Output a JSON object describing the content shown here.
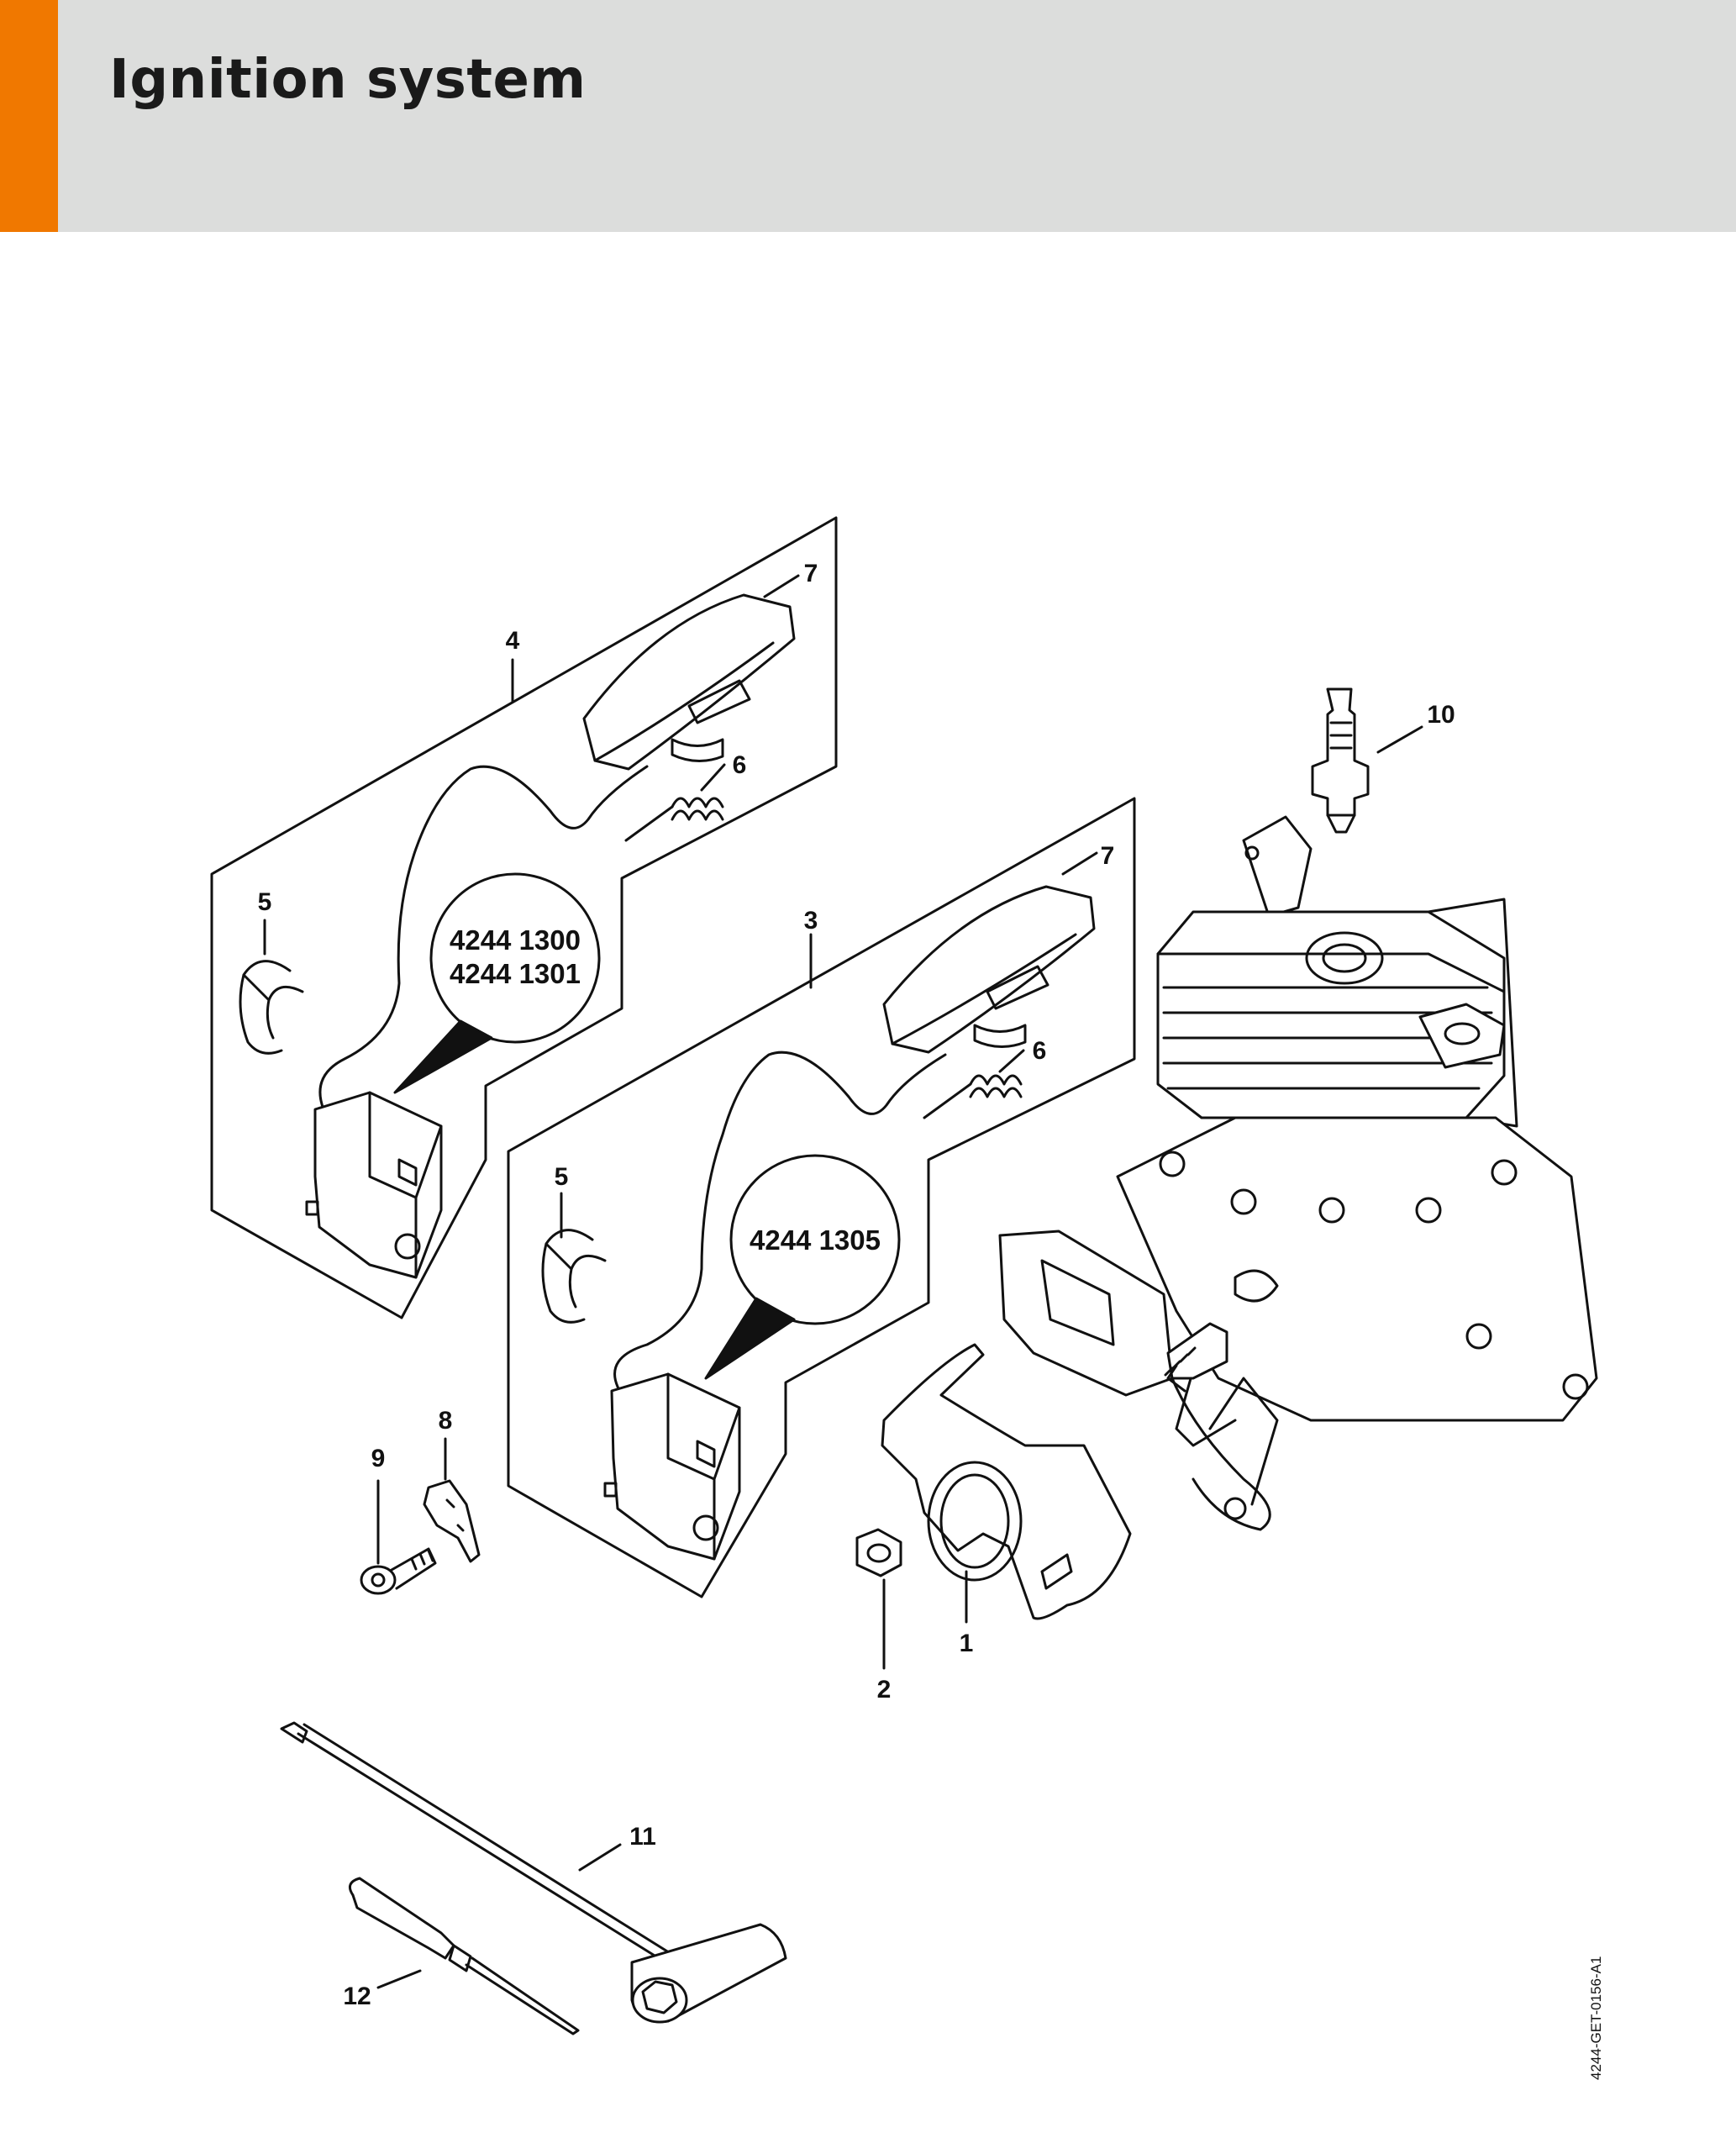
{
  "header": {
    "title": "Ignition system",
    "accent_color": "#f07800",
    "background_color": "#dcdddc"
  },
  "callouts": {
    "c1": "1",
    "c2": "2",
    "c3": "3",
    "c4": "4",
    "c5a": "5",
    "c5b": "5",
    "c6a": "6",
    "c6b": "6",
    "c7a": "7",
    "c7b": "7",
    "c8": "8",
    "c9": "9",
    "c10": "10",
    "c11": "11",
    "c12": "12"
  },
  "part_numbers": {
    "upper_line1": "4244 1300",
    "upper_line2": "4244 1301",
    "lower": "4244 1305"
  },
  "document_id": "4244-GET-0156-A1"
}
